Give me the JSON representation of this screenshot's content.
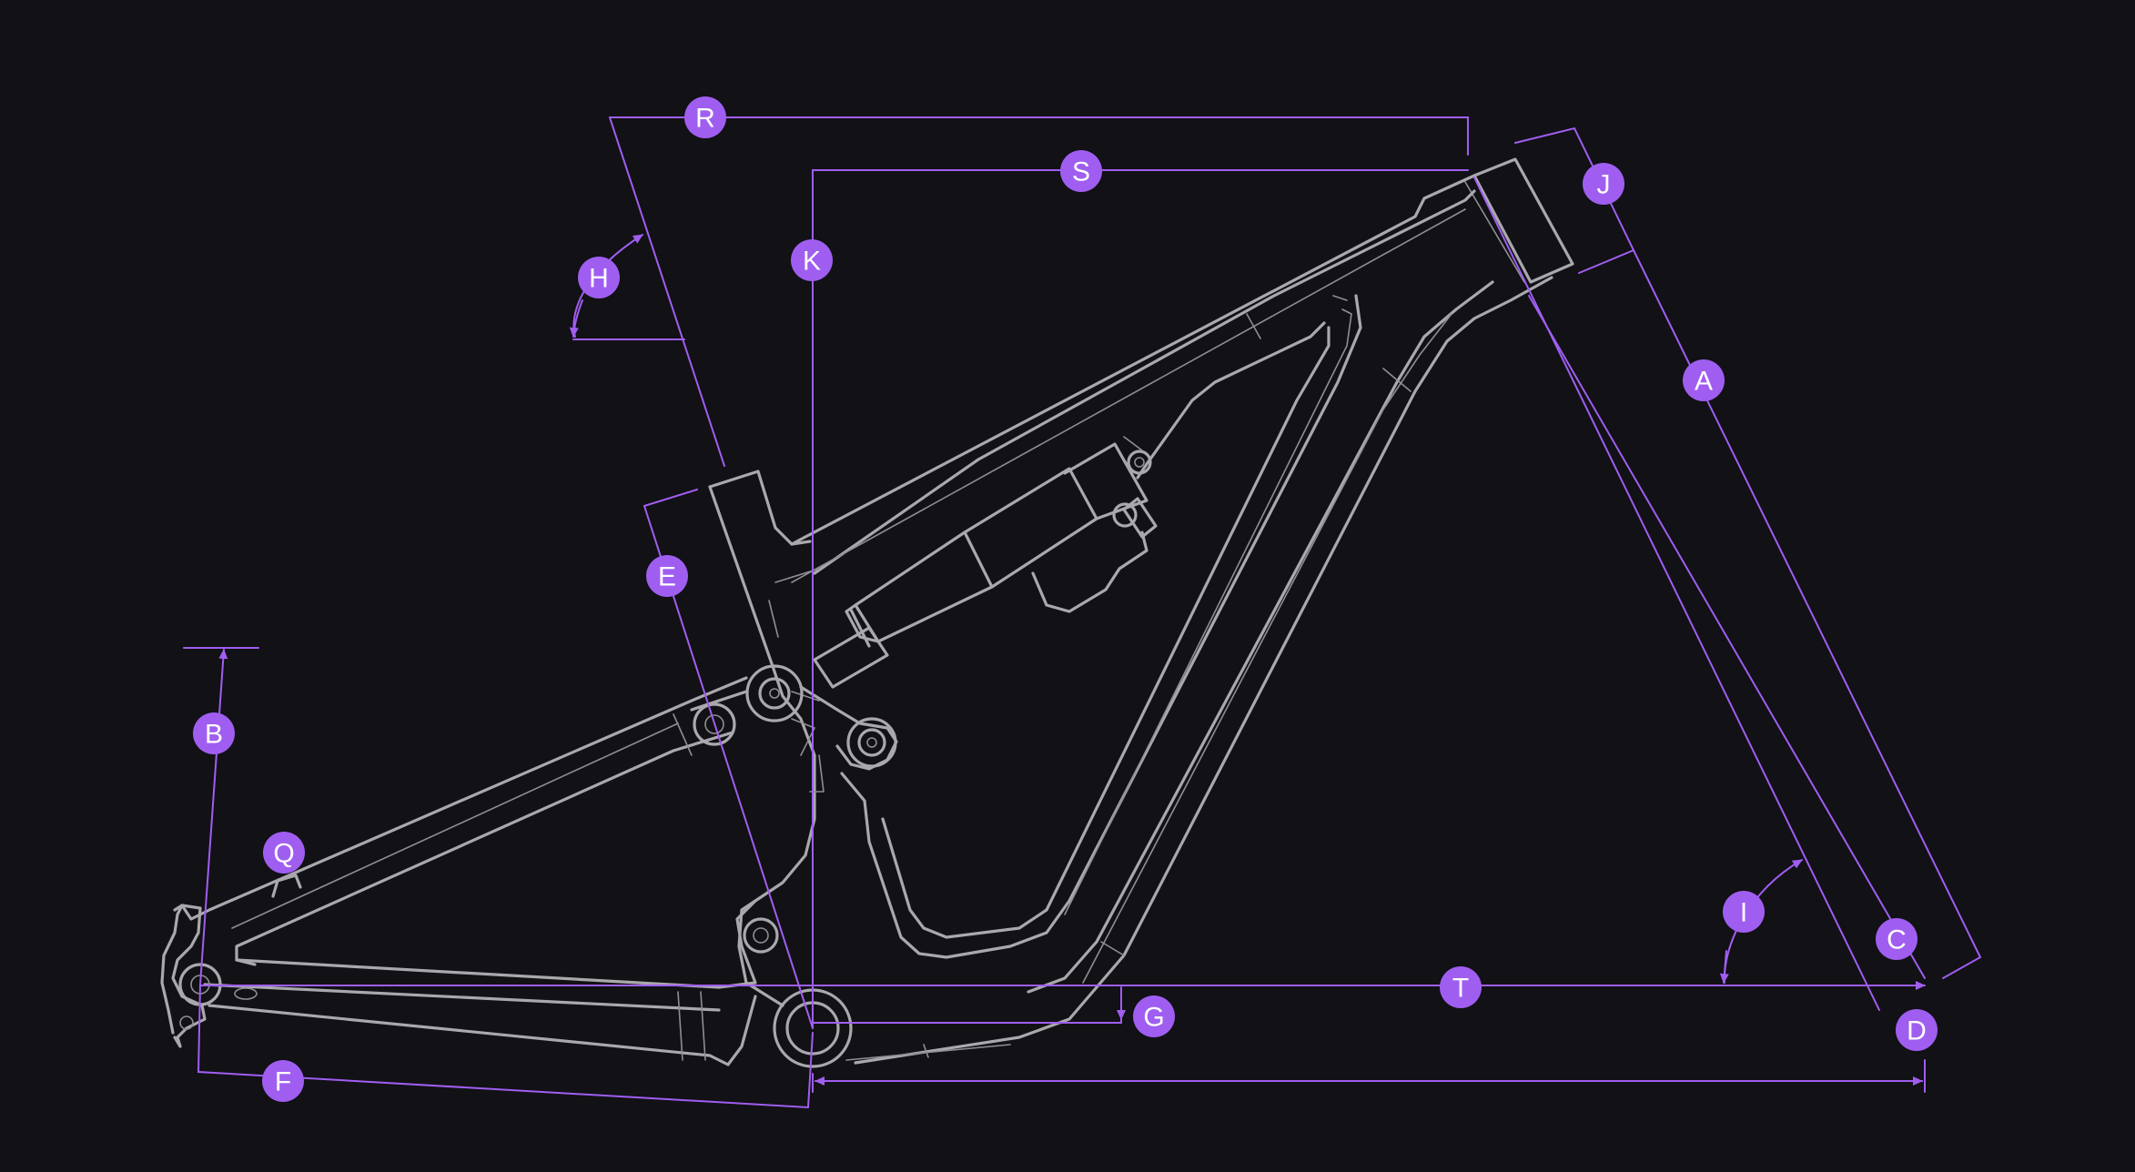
{
  "diagram": {
    "background": "#111116",
    "frame_color": "#a9a9ad",
    "dimension_color": "#a05ef0",
    "markers": [
      {
        "id": "R",
        "label": "R"
      },
      {
        "id": "S",
        "label": "S"
      },
      {
        "id": "J",
        "label": "J"
      },
      {
        "id": "K",
        "label": "K"
      },
      {
        "id": "H",
        "label": "H"
      },
      {
        "id": "A",
        "label": "A"
      },
      {
        "id": "E",
        "label": "E"
      },
      {
        "id": "B",
        "label": "B"
      },
      {
        "id": "Q",
        "label": "Q"
      },
      {
        "id": "I",
        "label": "I"
      },
      {
        "id": "C",
        "label": "C"
      },
      {
        "id": "T",
        "label": "T"
      },
      {
        "id": "G",
        "label": "G"
      },
      {
        "id": "D",
        "label": "D"
      },
      {
        "id": "F",
        "label": "F"
      }
    ]
  }
}
